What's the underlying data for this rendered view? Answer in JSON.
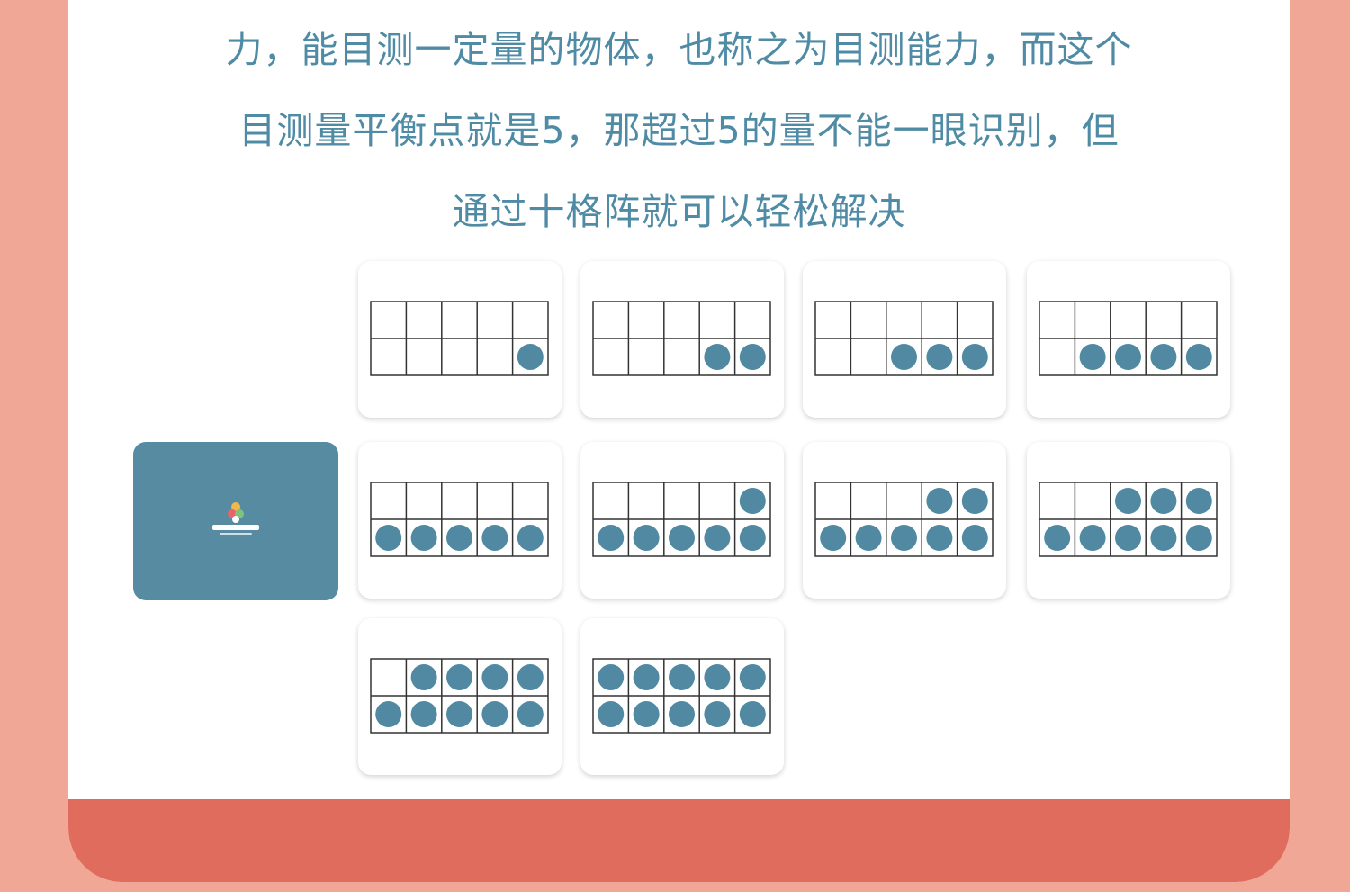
{
  "intro": {
    "lines": [
      "力，能目测一定量的物体，也称之为目测能力，而这个",
      "目测量平衡点就是5，那超过5的量不能一眼识别，但",
      "通过十格阵就可以轻松解决"
    ]
  },
  "ten_frame_counts": [
    1,
    2,
    3,
    4,
    5,
    6,
    7,
    8,
    9,
    10
  ],
  "colors": {
    "accent": "#4f8ba4",
    "dot": "#5089a1",
    "background": "#f1a796",
    "band": "#e06c5e",
    "logo_card": "#568ba1"
  },
  "icons": [
    "logo-icon"
  ]
}
